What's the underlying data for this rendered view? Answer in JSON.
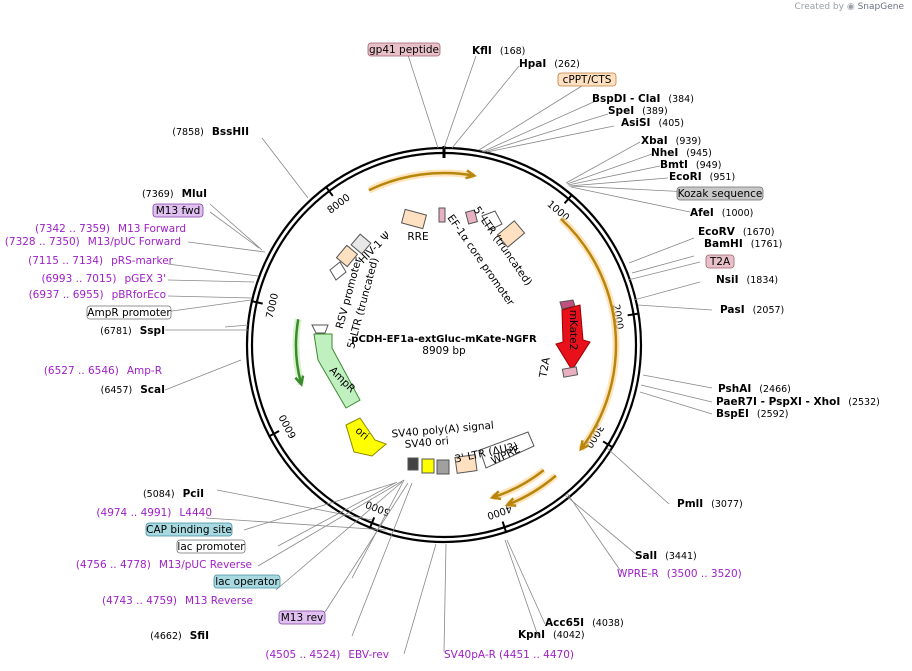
{
  "credit": {
    "prefix": "Created by",
    "brand": "SnapGene"
  },
  "plasmid": {
    "name": "pCDH-EF1a-extGluc-mKate-NGFR",
    "size": "8909 bp"
  },
  "ticks": [
    "1000",
    "2000",
    "3000",
    "4000",
    "5000",
    "6000",
    "7000",
    "8000"
  ],
  "enzymes": [
    {
      "pre": "",
      "name": "KflI",
      "post": "(168)"
    },
    {
      "pre": "",
      "name": "HpaI",
      "post": "(262)"
    },
    {
      "pre": "",
      "name": "BspDI - ClaI",
      "post": "(384)"
    },
    {
      "pre": "",
      "name": "SpeI",
      "post": "(389)"
    },
    {
      "pre": "",
      "name": "AsiSI",
      "post": "(405)"
    },
    {
      "pre": "",
      "name": "XbaI",
      "post": "(939)"
    },
    {
      "pre": "",
      "name": "NheI",
      "post": "(945)"
    },
    {
      "pre": "",
      "name": "BmtI",
      "post": "(949)"
    },
    {
      "pre": "",
      "name": "EcoRI",
      "post": "(951)"
    },
    {
      "pre": "",
      "name": "AfeI",
      "post": "(1000)"
    },
    {
      "pre": "",
      "name": "EcoRV",
      "post": "(1670)"
    },
    {
      "pre": "",
      "name": "BamHI",
      "post": "(1761)"
    },
    {
      "pre": "",
      "name": "NsiI",
      "post": "(1834)"
    },
    {
      "pre": "",
      "name": "PasI",
      "post": "(2057)"
    },
    {
      "pre": "",
      "name": "PshAI",
      "post": "(2466)"
    },
    {
      "pre": "",
      "name": "PaeR7I - PspXI - XhoI",
      "post": "(2532)"
    },
    {
      "pre": "",
      "name": "BspEI",
      "post": "(2592)"
    },
    {
      "pre": "",
      "name": "PmlI",
      "post": "(3077)"
    },
    {
      "pre": "",
      "name": "SalI",
      "post": "(3441)"
    },
    {
      "pre": "",
      "name": "Acc65I",
      "post": "(4038)"
    },
    {
      "pre": "",
      "name": "KpnI",
      "post": "(4042)"
    },
    {
      "pre": "(4662)",
      "name": "SfiI",
      "post": ""
    },
    {
      "pre": "(5084)",
      "name": "PciI",
      "post": ""
    },
    {
      "pre": "(6457)",
      "name": "ScaI",
      "post": ""
    },
    {
      "pre": "(6781)",
      "name": "SspI",
      "post": ""
    },
    {
      "pre": "(7369)",
      "name": "MluI",
      "post": ""
    },
    {
      "pre": "(7858)",
      "name": "BssHII",
      "post": ""
    }
  ],
  "primers": [
    {
      "range": "(7342 .. 7359)",
      "name": "M13 Forward"
    },
    {
      "range": "(7328 .. 7350)",
      "name": "M13/pUC Forward"
    },
    {
      "range": "(7115 .. 7134)",
      "name": "pRS-marker"
    },
    {
      "range": "(6993 .. 7015)",
      "name": "pGEX 3'"
    },
    {
      "range": "(6937 .. 6955)",
      "name": "pBRforEco"
    },
    {
      "range": "(6527 .. 6546)",
      "name": "Amp-R"
    },
    {
      "range": "(4974 .. 4991)",
      "name": "L4440"
    },
    {
      "range": "(4756 .. 4778)",
      "name": "M13/pUC Reverse"
    },
    {
      "range": "(4743 .. 4759)",
      "name": "M13 Reverse"
    },
    {
      "range": "(4505 .. 4524)",
      "name": "EBV-rev"
    },
    {
      "range": "",
      "name": "SV40pA-R"
    },
    {
      "range": "(4451 .. 4470)",
      "name": ""
    },
    {
      "range": "(3500 .. 3520)",
      "name": "WPRE-R"
    }
  ],
  "boxes": [
    "gp41 peptide",
    "cPPT/CTS",
    "Kozak sequence",
    "T2A",
    "M13 fwd",
    "AmpR promoter",
    "CAP binding site",
    "lac promoter",
    "lac operator",
    "M13 rev"
  ],
  "features": [
    "RRE",
    "HIV-1 Ψ",
    "5' LTR (truncated)",
    "EF-1α core promoter",
    "mKate2",
    "T2A",
    "RSV promoter",
    "5' LTR (truncated)",
    "AmpR",
    "ori",
    "SV40 poly(A) signal",
    "SV40 ori",
    "3' LTR (ΔU3)",
    "WPRE"
  ]
}
